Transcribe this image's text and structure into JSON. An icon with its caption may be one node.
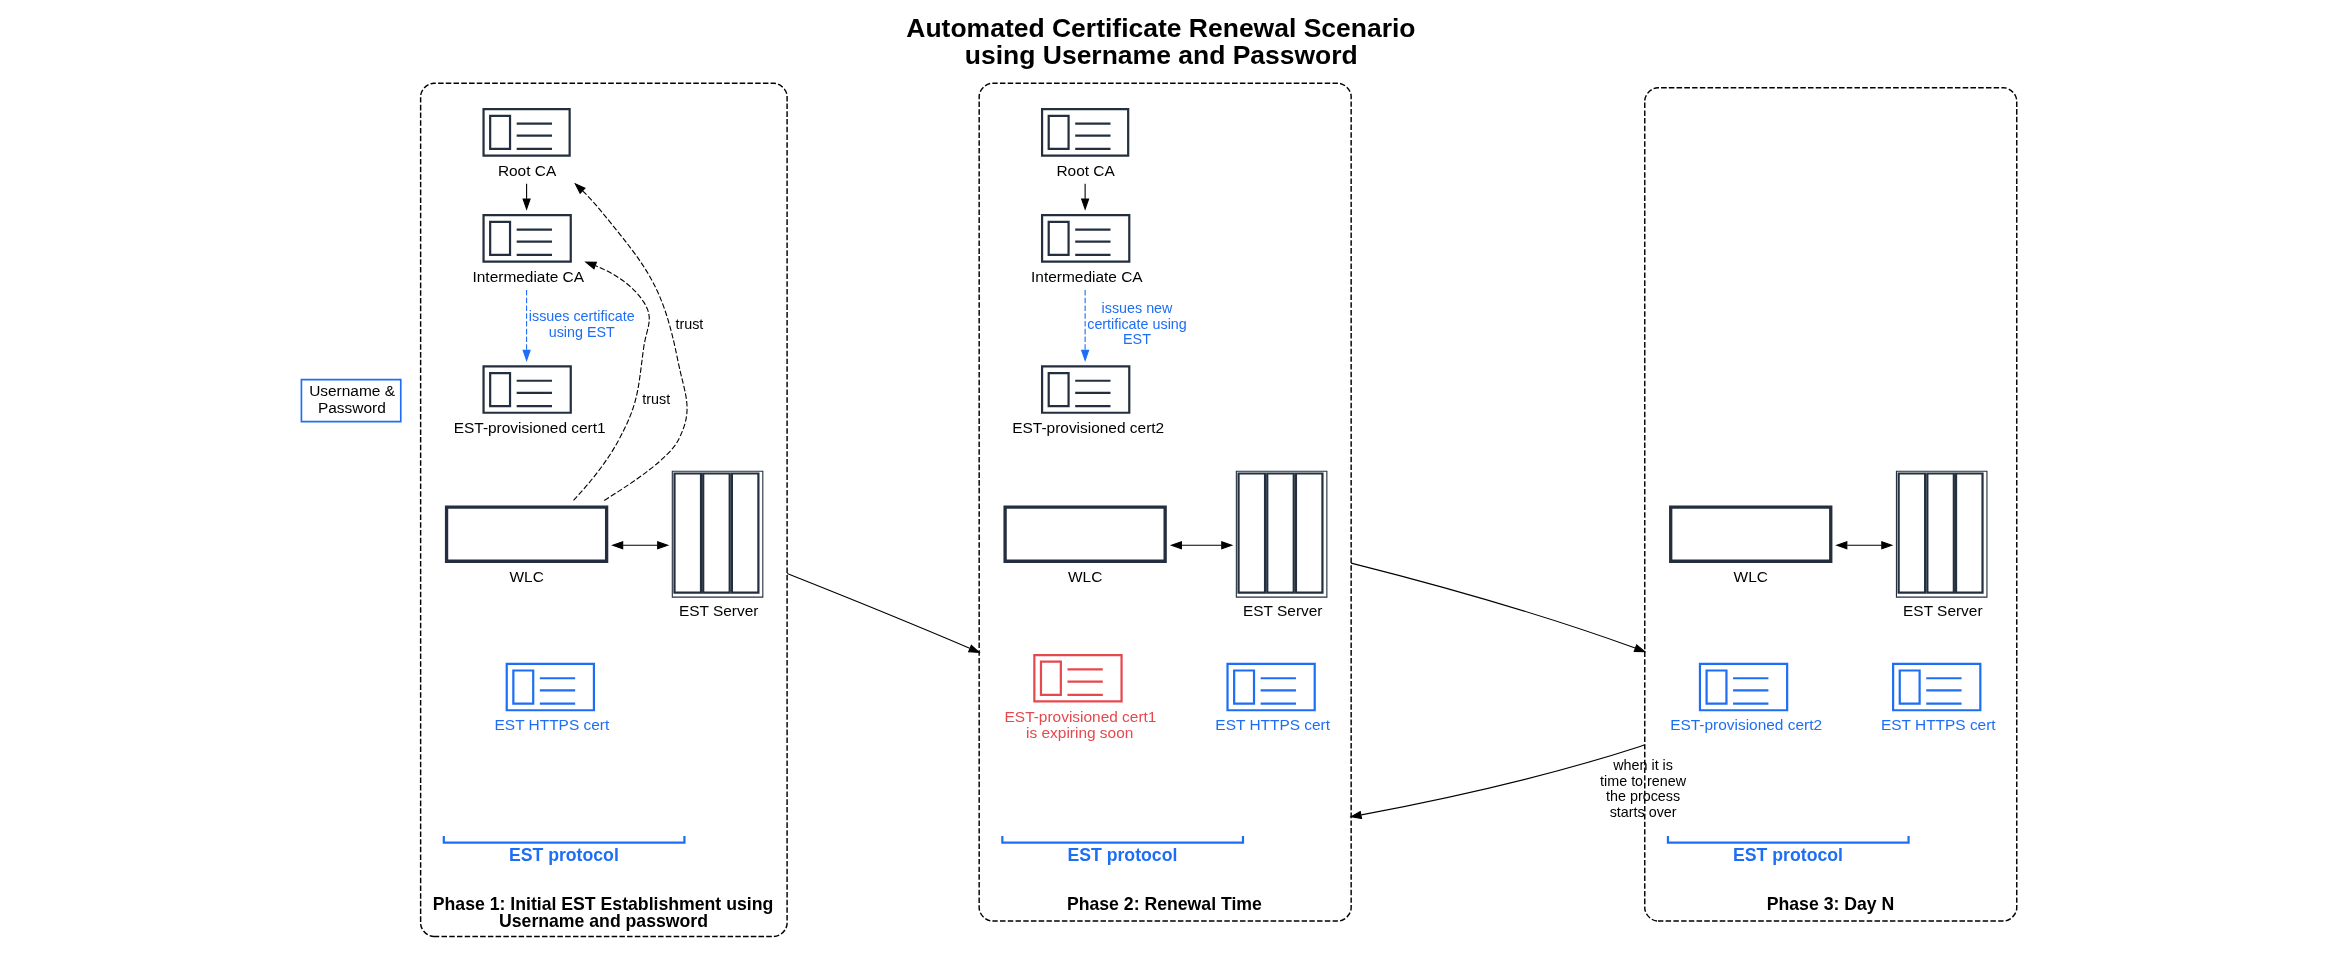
{
  "diagram": {
    "title": "Automated Certificate Renewal Scenario using Username and Password",
    "nodes": [
      {
        "text": [
          "Phase 1: Initial EST Establishment using Username and password"
        ]
      },
      {
        "text": [
          "Root CA"
        ],
        "in": 0
      },
      {
        "text": [
          "Intermediate CA"
        ],
        "in": 0
      },
      {
        "text": [
          "EST-provisioned cert1"
        ],
        "in": 0
      },
      {
        "text": [
          "Username & Password"
        ]
      },
      {
        "text": [
          "WLC"
        ],
        "in": 0
      },
      {
        "text": [
          "EST Server"
        ],
        "in": 0
      },
      {
        "text": [
          "EST HTTPS cert"
        ],
        "in": 0
      },
      {
        "text": [
          "Phase 2: Renewal Time"
        ]
      },
      {
        "text": [
          "Root CA"
        ],
        "in": 8
      },
      {
        "text": [
          "Intermediate CA"
        ],
        "in": 8
      },
      {
        "text": [
          "EST-provisioned cert2"
        ],
        "in": 8
      },
      {
        "text": [
          "WLC"
        ],
        "in": 8
      },
      {
        "text": [
          "EST-provisioned cert1 is expiring soon"
        ],
        "in": 8
      },
      {
        "text": [
          "EST HTTPS cert"
        ],
        "in": 8
      },
      {
        "text": [
          "EST Server"
        ],
        "in": 8
      },
      {
        "text": [
          "Phase 3: Day N"
        ]
      },
      {
        "text": [
          "WLC"
        ],
        "in": 16
      },
      {
        "text": [
          "EST-provisioned cert2"
        ],
        "in": 16
      },
      {
        "text": [
          "EST HTTPS cert"
        ],
        "in": 16
      },
      {
        "text": [
          "EST Server"
        ],
        "in": 16
      }
    ],
    "edges": [
      {
        "from": 5,
        "to": 1,
        "arrow": "to",
        "label": "trust",
        "style": "dashed"
      },
      {
        "from": 5,
        "to": 2,
        "arrow": "to",
        "label": "trust",
        "style": "dashed"
      },
      {
        "from": 1,
        "to": 2,
        "arrow": "to"
      },
      {
        "from": 2,
        "to": 3,
        "arrow": "to",
        "label": "issues certificate using EST",
        "style": "dashed",
        "color": "#1e6ef5"
      },
      {
        "from": 5,
        "to": 6,
        "arrow": "both"
      },
      {
        "from": 0,
        "to": 8,
        "arrow": "to"
      },
      {
        "from": 9,
        "to": 10,
        "arrow": "to"
      },
      {
        "from": 10,
        "to": 11,
        "arrow": "to",
        "label": "issues new certificate using EST",
        "style": "dashed",
        "color": "#1e6ef5"
      },
      {
        "from": 12,
        "to": 15,
        "arrow": "both"
      },
      {
        "from": 8,
        "to": 16,
        "arrow": "to"
      },
      {
        "from": 17,
        "to": 20,
        "arrow": "both"
      },
      {
        "from": 16,
        "to": 8,
        "arrow": "to",
        "label": "when it is time to renew the process starts over"
      }
    ],
    "labels": [
      "EST protocol",
      "EST protocol",
      "EST protocol"
    ]
  }
}
